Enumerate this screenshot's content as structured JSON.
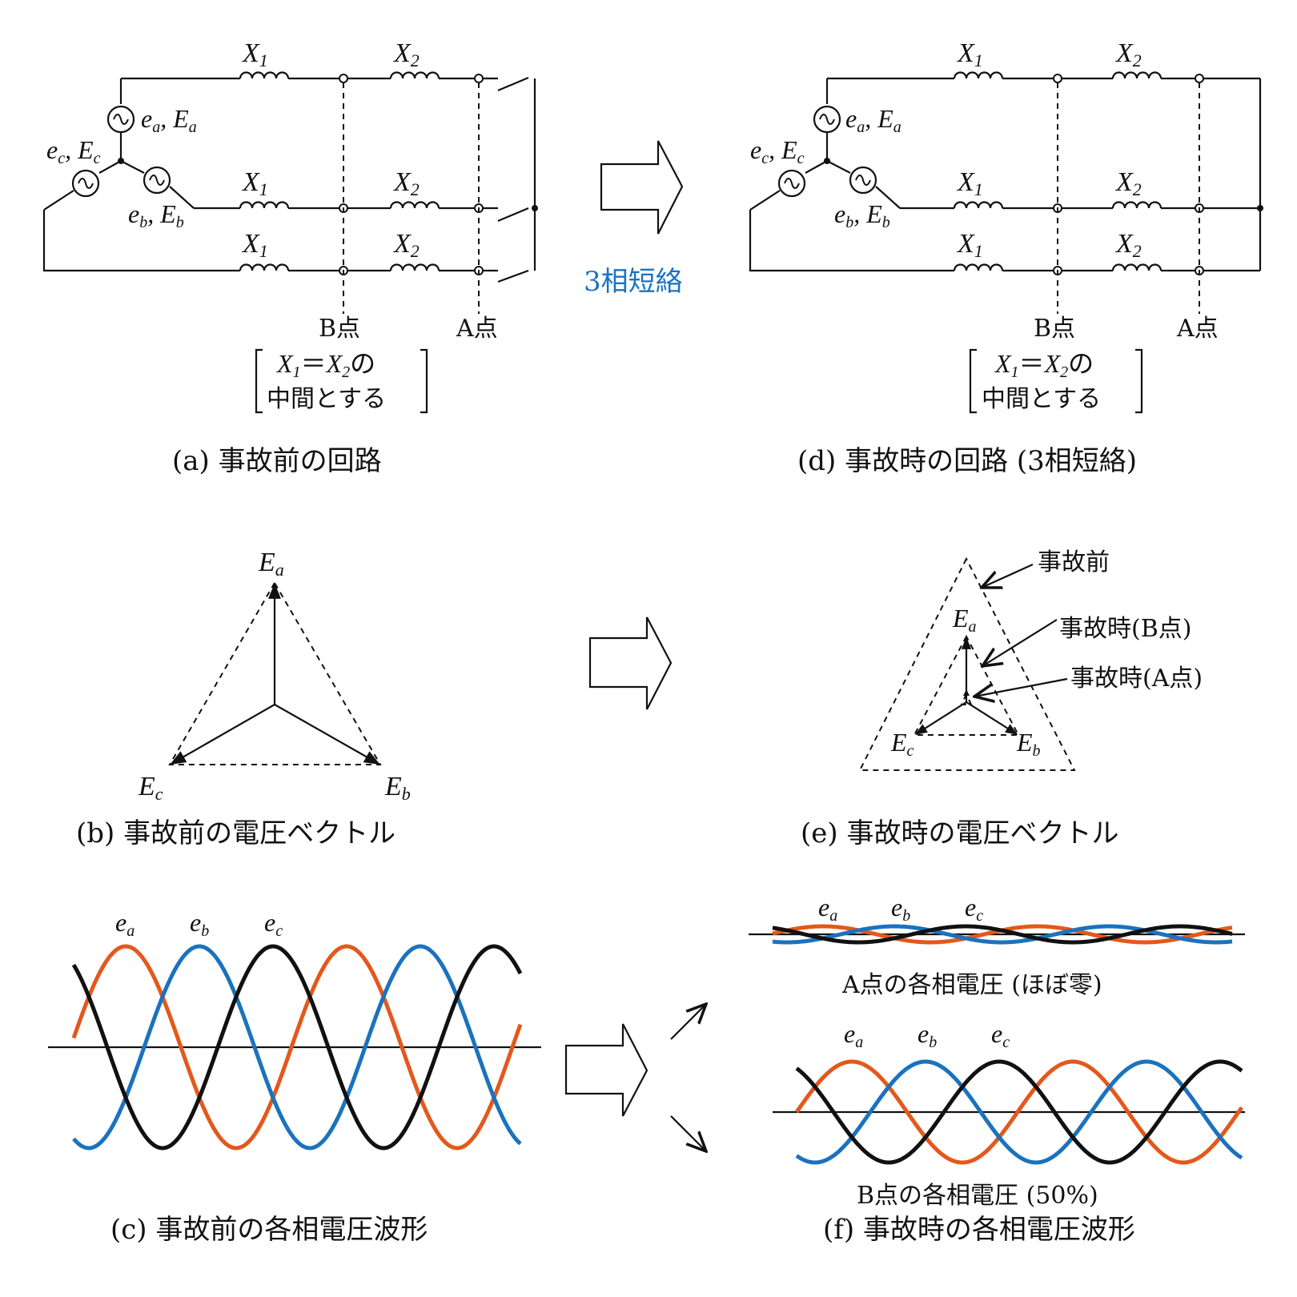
{
  "captions": {
    "a": "(a) 事故前の回路",
    "b": "(b) 事故前の電圧ベクトル",
    "c": "(c) 事故前の各相電圧波形",
    "d": "(d) 事故時の回路 (3相短絡)",
    "e": "(e) 事故時の電圧ベクトル",
    "f": "(f) 事故時の各相電圧波形"
  },
  "arrow_label": "3相短絡",
  "circuit": {
    "reactor_1": "X",
    "reactor_1_sub": "1",
    "reactor_2": "X",
    "reactor_2_sub": "2",
    "gen_a": {
      "e": "e",
      "e_sub": "a",
      "E": "E",
      "E_sub": "a"
    },
    "gen_b": {
      "e": "e",
      "e_sub": "b",
      "E": "E",
      "E_sub": "b"
    },
    "gen_c": {
      "e": "e",
      "e_sub": "c",
      "E": "E",
      "E_sub": "c"
    },
    "point_b": "B点",
    "point_a": "A点",
    "note_line1_suffix": "の",
    "note_line2": "中間とする"
  },
  "vectors": {
    "Ea": "E",
    "Ea_sub": "a",
    "Eb": "E",
    "Eb_sub": "b",
    "Ec": "E",
    "Ec_sub": "c",
    "pre_label": "事故前",
    "fault_b_label": "事故時(B点)",
    "fault_a_label": "事故時(A点)"
  },
  "waveforms": {
    "ea": "e",
    "ea_sub": "a",
    "eb": "e",
    "eb_sub": "b",
    "ec": "e",
    "ec_sub": "c",
    "point_a_title": "A点の各相電圧 (ほぼ零)",
    "point_b_title": "B点の各相電圧 (50%)"
  },
  "colors": {
    "phase_a": "#e3581c",
    "phase_b": "#1b72bd",
    "phase_c": "#111111",
    "accent_label": "#1a73c2"
  }
}
